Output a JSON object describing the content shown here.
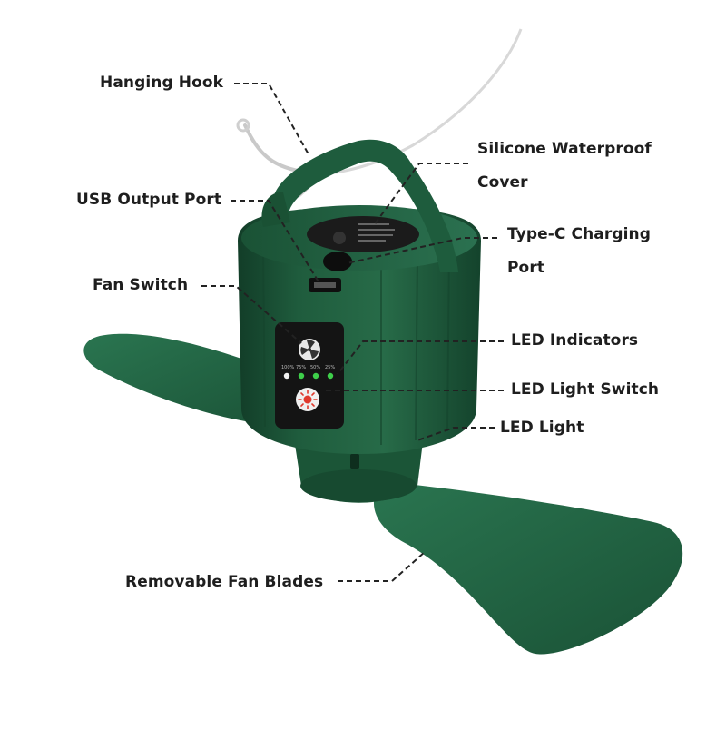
{
  "labels": {
    "hanging_hook": "Hanging Hook",
    "usb_output_port": "USB Output Port",
    "fan_switch": "Fan Switch",
    "removable_fan_blades": "Removable Fan Blades",
    "silicone_cover_line1": "Silicone Waterproof",
    "silicone_cover_line2": "Cover",
    "type_c_line1": "Type-C Charging",
    "type_c_line2": "Port",
    "led_indicators": "LED Indicators",
    "led_light_switch": "LED Light Switch",
    "led_light": "LED Light"
  },
  "panel_indicators": [
    "100%",
    "75%",
    "50%",
    "25%"
  ],
  "colors": {
    "body_green": "#1e5a3c",
    "body_dark": "#123d28",
    "body_light": "#2f7a52",
    "panel": "#141414",
    "led_green": "#3ecf4a",
    "led_white": "#f2f2f2",
    "light_switch_red": "#e03a2e",
    "label_text": "#1e1e1e"
  },
  "icons": {
    "fan_switch_icon": "fan-icon",
    "led_light_switch_icon": "sun-icon"
  }
}
